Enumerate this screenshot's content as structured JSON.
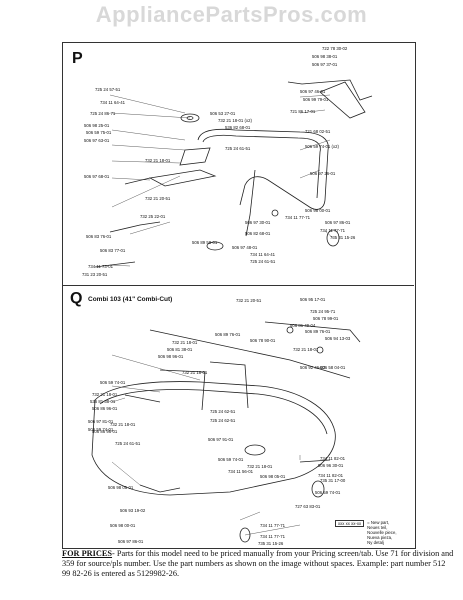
{
  "watermark": "AppliancePartsPros.com",
  "section_p": {
    "letter": "P",
    "parts": [
      "722 78 30-02",
      "506 98 38-01",
      "506 97 37-01",
      "725 24 57-51",
      "734 11 64-41",
      "506 97 46-01",
      "725 24 86-71",
      "506 99 79-01",
      "721 86 17-01",
      "506 53 27-01",
      "732 21 18-01 (x2)",
      "506 98 25-01",
      "536 82 68-01",
      "506 59 75-01",
      "721 68 02-51",
      "506 97 63-01",
      "725 24 61-51",
      "506 59 74-01 (x2)",
      "732 21 18-01",
      "506 97 68-01",
      "506 97 26-01",
      "732 21 20-51",
      "506 98 00-01",
      "732 25 22-01",
      "506 97 30-01",
      "734 11 77-71",
      "506 97 86-01",
      "506 82 68-01",
      "734 11 77-71",
      "735 31 15-26",
      "506 83 76-01",
      "506 89 58-01",
      "506 97 48-01",
      "506 83 77-01",
      "734 11 64-41",
      "725 24 61-51",
      "734 11 73-01",
      "731 23 20-51"
    ]
  },
  "section_q": {
    "letter": "Q",
    "title": "Combi 103 (41\" Combi-Cut)",
    "parts": [
      "732 21 20-51",
      "506 95 17-01",
      "725 24 95-71",
      "506 78 99-01",
      "506 81 49-04",
      "506 89 76-01",
      "506 89 76-01",
      "506 78 90-01",
      "506 94 13-03",
      "732 21 18-01",
      "732 21 18-01",
      "506 81 38-01",
      "506 58 04-01",
      "506 98 96-01",
      "506 92 46-02",
      "732 21 18-01",
      "506 59 74-01",
      "732 21 18-01",
      "536 81 38-01",
      "506 86 96-01",
      "725 24 62-51",
      "506 97 81-01",
      "725 24 62-51",
      "506 59 74-01",
      "732 21 18-01",
      "506 97 91-01",
      "506 86 96-01",
      "506 59 74-01",
      "732 21 18-01",
      "734 11 56-01",
      "734 11 82-01",
      "506 96 30-01",
      "725 24 61-51",
      "506 98 05-01",
      "506 98 05-01",
      "734 11 82-01",
      "506 93 19-02",
      "506 59 74-01",
      "735 31 17-00",
      "727 63 83-01",
      "506 98 00-01",
      "734 11 77-71",
      "506 97 86-01",
      "734 11 77-71",
      "735 31 15-26"
    ]
  },
  "legend": {
    "code": "xxx xx xx-xx",
    "lines": [
      "= New part,",
      "Neues teil,",
      "Nouvelle piece,",
      "Nueva pieza,",
      "Ny detalj"
    ]
  },
  "footer": {
    "label": "FOR PRICES",
    "text": "- Parts for this model need to be priced manually from your Pricing screen/tab. Use 71 for division and 359 for source/pls number.  Use the part numbers as shown on the image without spaces.  Example: part number 512 99 82-26 is entered as 5129982-26."
  }
}
